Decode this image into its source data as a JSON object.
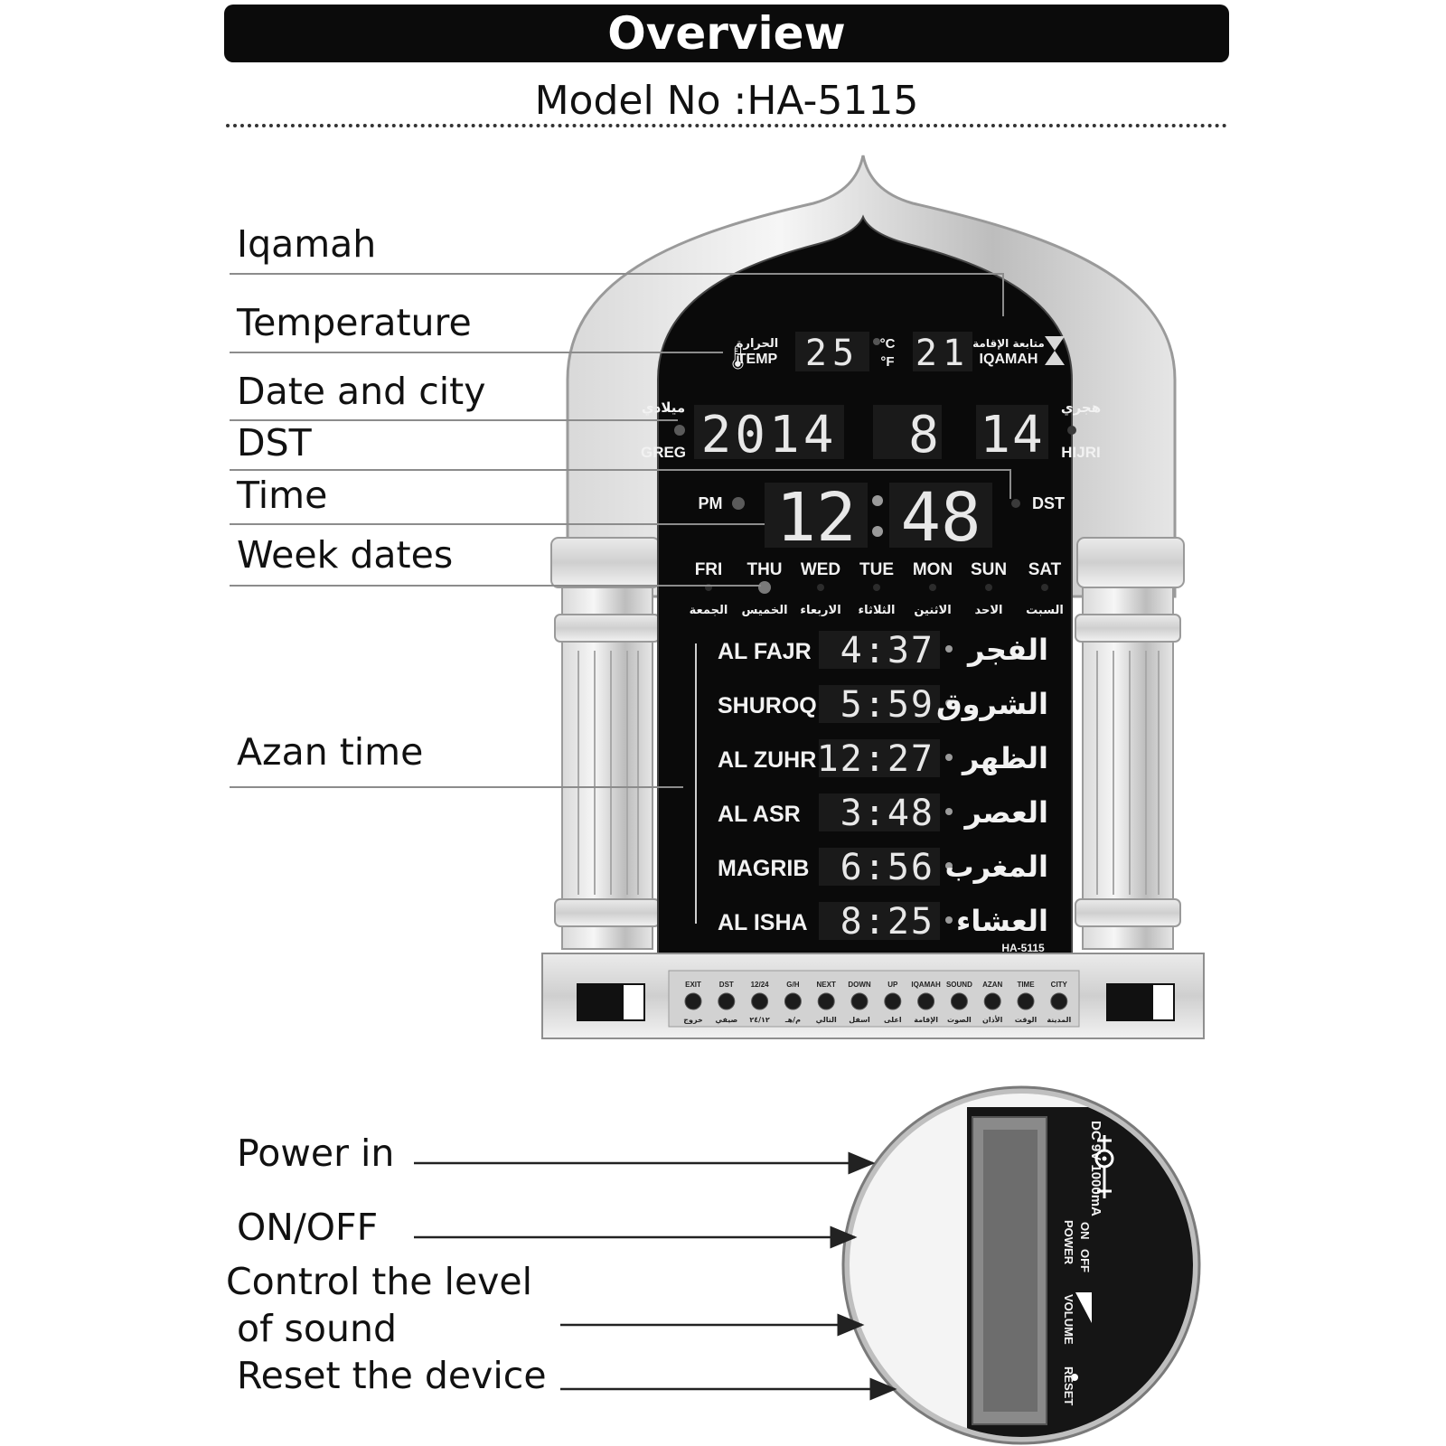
{
  "header": {
    "title": "Overview",
    "model": "Model No :HA-5115"
  },
  "labels": {
    "iqamah": "Iqamah",
    "temperature": "Temperature",
    "date_city": "Date and city",
    "dst": "DST",
    "time": "Time",
    "week_dates": "Week dates",
    "azan_time": "Azan time",
    "power_in": "Power in",
    "on_off": "ON/OFF",
    "sound_level_1": "Control the level",
    "sound_level_2": "of sound",
    "reset": "Reset the device"
  },
  "display": {
    "temp_ar": "الحرارة",
    "temp_en": "TEMP",
    "temp_value": "25",
    "unit_c": "°C",
    "unit_f": "°F",
    "iqamah_value": "21",
    "iqamah_ar": "متابعة الإقامة",
    "iqamah_en": "IQAMAH",
    "greg_ar": "ميلادي",
    "greg_en": "GREG",
    "year": "2014",
    "month": "8",
    "day": "14",
    "hijri_ar": "هجري",
    "hijri_en": "HIJRI",
    "pm": "PM",
    "hour": "12",
    "minute": "48",
    "dst": "DST",
    "days_en": [
      "FRI",
      "THU",
      "WED",
      "TUE",
      "MON",
      "SUN",
      "SAT"
    ],
    "days_ar": [
      "الجمعة",
      "الخميس",
      "الاربعاء",
      "الثلاثاء",
      "الاثنين",
      "الاحد",
      "السبت"
    ],
    "active_day_index": 1,
    "prayers": [
      {
        "en": "AL FAJR",
        "time": "4:37",
        "ar": "الفجر"
      },
      {
        "en": "SHUROQ",
        "time": "5:59",
        "ar": "الشروق"
      },
      {
        "en": "AL ZUHR",
        "time": "12:27",
        "ar": "الظهر"
      },
      {
        "en": "AL ASR",
        "time": "3:48",
        "ar": "العصر"
      },
      {
        "en": "MAGRIB",
        "time": "6:56",
        "ar": "المغرب"
      },
      {
        "en": "AL ISHA",
        "time": "8:25",
        "ar": "العشاء"
      }
    ],
    "model_tag": "HA-5115"
  },
  "buttons": [
    {
      "en": "EXIT",
      "ar": "خروج"
    },
    {
      "en": "DST",
      "ar": "صيفي"
    },
    {
      "en": "12/24",
      "ar": "٢٤/١٢"
    },
    {
      "en": "G/H",
      "ar": "م/هـ"
    },
    {
      "en": "NEXT",
      "ar": "التالي"
    },
    {
      "en": "DOWN",
      "ar": "اسفل"
    },
    {
      "en": "UP",
      "ar": "اعلى"
    },
    {
      "en": "IQAMAH",
      "ar": "الإقامة"
    },
    {
      "en": "SOUND",
      "ar": "الصوت"
    },
    {
      "en": "AZAN",
      "ar": "الأذان"
    },
    {
      "en": "TIME",
      "ar": "الوقت"
    },
    {
      "en": "CITY",
      "ar": "المدينة"
    }
  ],
  "side_panel": {
    "dc_rating": "DC 9V 1000mA",
    "on": "ON",
    "off": "OFF",
    "power": "POWER",
    "volume": "VOLUME",
    "reset": "RESET"
  }
}
